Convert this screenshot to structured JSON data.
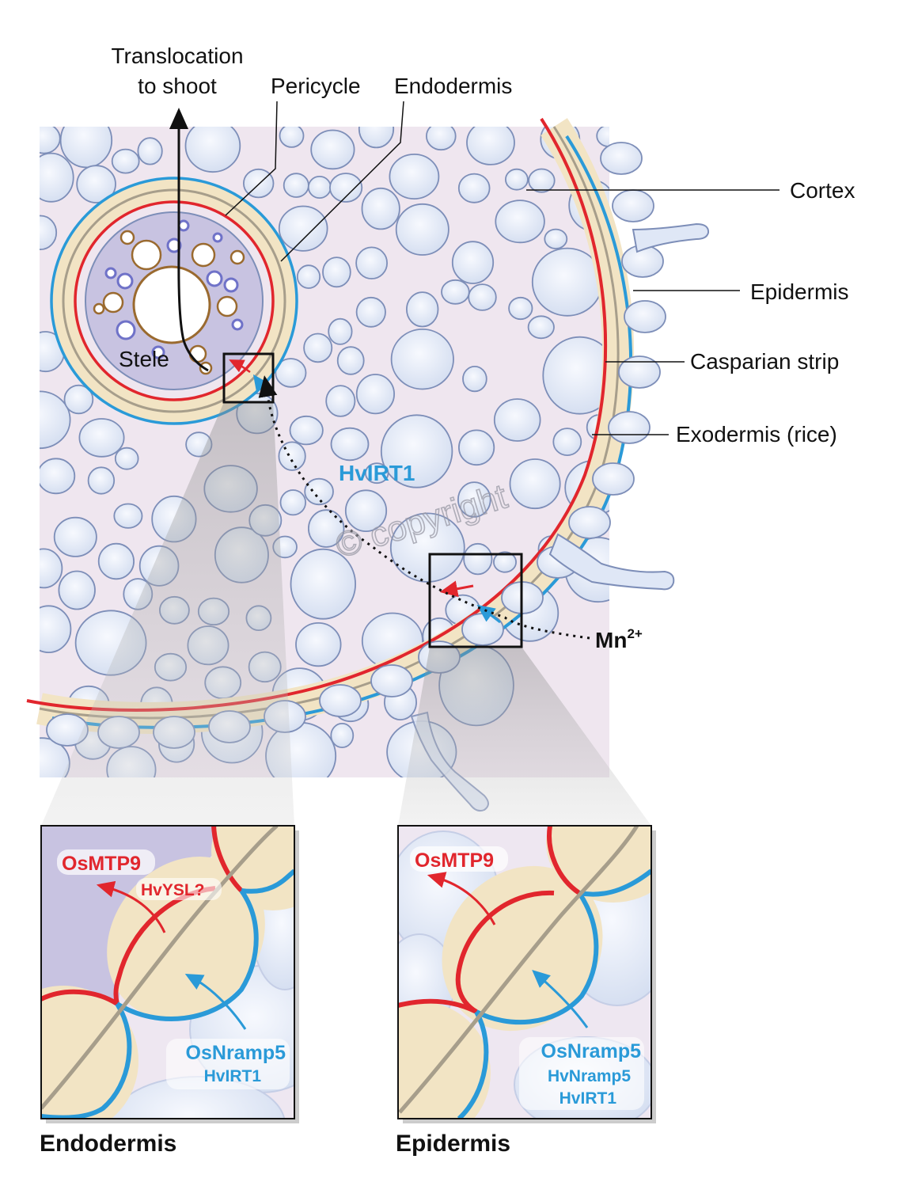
{
  "labels": {
    "translocation_line1": "Translocation",
    "translocation_line2": "to shoot",
    "pericycle": "Pericycle",
    "endodermis": "Endodermis",
    "cortex": "Cortex",
    "epidermis": "Epidermis",
    "casparian_strip": "Casparian strip",
    "exodermis": "Exodermis (rice)",
    "stele": "Stele",
    "hvirt1_main": "HvIRT1",
    "mn_base": "Mn",
    "mn_charge": "2+",
    "watermark": "© copyright"
  },
  "insets": {
    "endodermis": {
      "caption": "Endodermis",
      "efflux_1": "OsMTP9",
      "efflux_2": "HvYSL?",
      "influx_1": "OsNramp5",
      "influx_2": "HvIRT1"
    },
    "epidermis": {
      "caption": "Epidermis",
      "efflux_1": "OsMTP9",
      "influx_1": "OsNramp5",
      "influx_2": "HvNramp5",
      "influx_3": "HvIRT1"
    }
  },
  "colors": {
    "efflux_red": "#e1262d",
    "influx_blue": "#2a9ad8",
    "cell_fill": "#e6edf8",
    "cell_outline": "#7d8eb8",
    "band_fill": "#f2e4c4",
    "stele_purple": "#c8c3e1",
    "xylem_brown": "#9a6a2f",
    "casparian_gray": "#a79e8b"
  }
}
